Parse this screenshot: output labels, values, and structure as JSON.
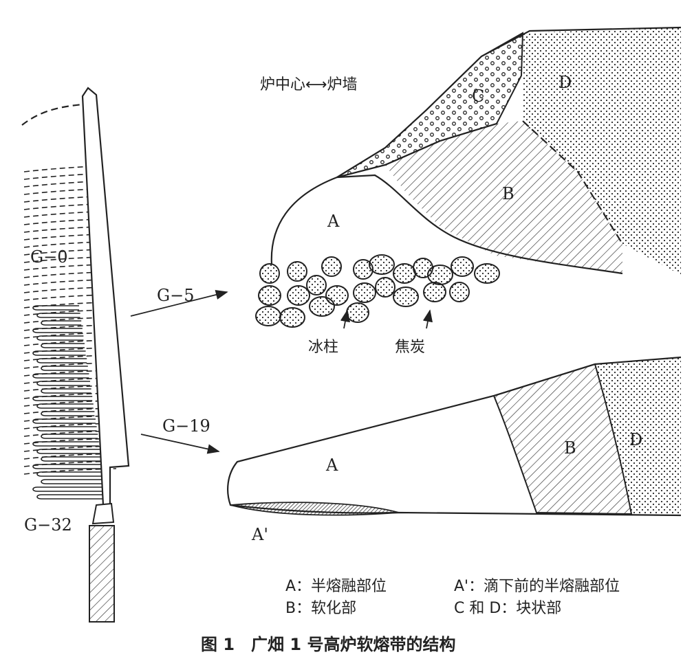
{
  "figure": {
    "top_label": "炉中心⟷炉墙",
    "upper_regions": {
      "A": "A",
      "B": "B",
      "C": "C",
      "D": "D"
    },
    "upper_annotations": {
      "icicle": "冰柱",
      "coke": "焦炭"
    },
    "lower_regions": {
      "A": "A",
      "A_prime": "A'",
      "B": "B",
      "D": "D"
    },
    "levels": {
      "g0": "G−0",
      "g5": "G−5",
      "g19": "G−19",
      "g32": "G−32"
    },
    "legend": [
      "A：半熔融部位",
      "A'：滴下前的半熔融部位",
      "B：软化部",
      "C 和 D：块状部"
    ],
    "caption": "图 1　广畑 1 号高炉软熔带的结构"
  }
}
